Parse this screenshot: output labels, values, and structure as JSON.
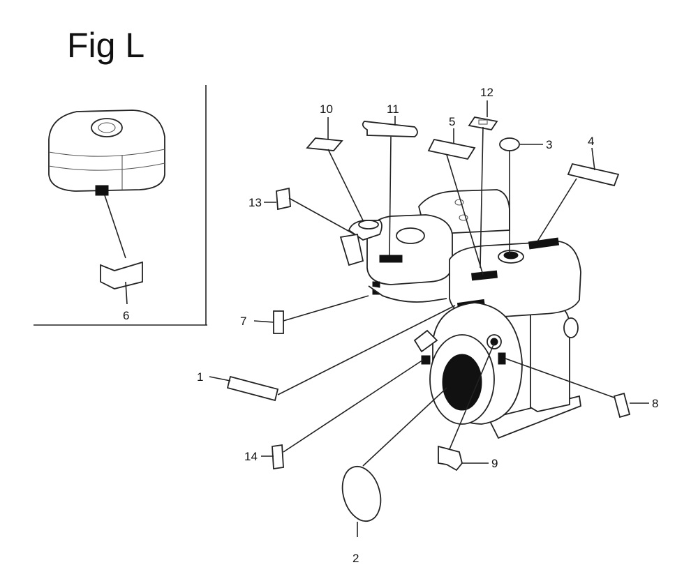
{
  "figure": {
    "title": "Fig L"
  },
  "callouts": [
    "1",
    "2",
    "3",
    "4",
    "5",
    "6",
    "7",
    "8",
    "9",
    "10",
    "11",
    "12",
    "13",
    "14"
  ]
}
